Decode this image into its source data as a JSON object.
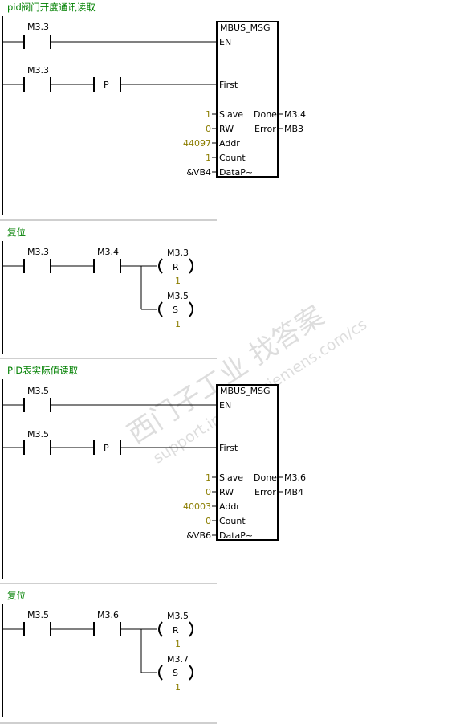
{
  "networks": [
    {
      "title": "pid阀门开度通讯读取",
      "contact_enable": "M3.3",
      "contact_first": "M3.3",
      "edge_label": "P",
      "box": {
        "name": "MBUS_MSG",
        "pin_en": "EN",
        "pin_first": "First",
        "pin_slave": "Slave",
        "pin_rw": "RW",
        "pin_addr": "Addr",
        "pin_count": "Count",
        "pin_datap": "DataP~",
        "pin_done": "Done",
        "pin_error": "Error"
      },
      "slave_value": "1",
      "rw_value": "0",
      "addr_value": "44097",
      "count_value": "1",
      "datap_value": "&VB4",
      "done_output": "M3.4",
      "error_output": "MB3"
    },
    {
      "title": "复位",
      "contact_1": "M3.3",
      "contact_2": "M3.4",
      "coil_reset_addr": "M3.3",
      "coil_reset_symbol": "R",
      "coil_reset_count": "1",
      "coil_set_addr": "M3.5",
      "coil_set_symbol": "S",
      "coil_set_count": "1"
    },
    {
      "title": "PID表实际值读取",
      "contact_enable": "M3.5",
      "contact_first": "M3.5",
      "edge_label": "P",
      "box": {
        "name": "MBUS_MSG",
        "pin_en": "EN",
        "pin_first": "First",
        "pin_slave": "Slave",
        "pin_rw": "RW",
        "pin_addr": "Addr",
        "pin_count": "Count",
        "pin_datap": "DataP~",
        "pin_done": "Done",
        "pin_error": "Error"
      },
      "slave_value": "1",
      "rw_value": "0",
      "addr_value": "40003",
      "count_value": "0",
      "datap_value": "&VB6",
      "done_output": "M3.6",
      "error_output": "MB4"
    },
    {
      "title": "复位",
      "contact_1": "M3.5",
      "contact_2": "M3.6",
      "coil_reset_addr": "M3.5",
      "coil_reset_symbol": "R",
      "coil_reset_count": "1",
      "coil_set_addr": "M3.7",
      "coil_set_symbol": "S",
      "coil_set_count": "1"
    }
  ],
  "watermark": {
    "line1": "西门子工业  找答案",
    "line2": "support.industry.siemens.com/cs"
  },
  "colors": {
    "title": "#008000",
    "parameter": "#8b7d00",
    "wire": "#000000",
    "separator": "#cfcfcf"
  }
}
